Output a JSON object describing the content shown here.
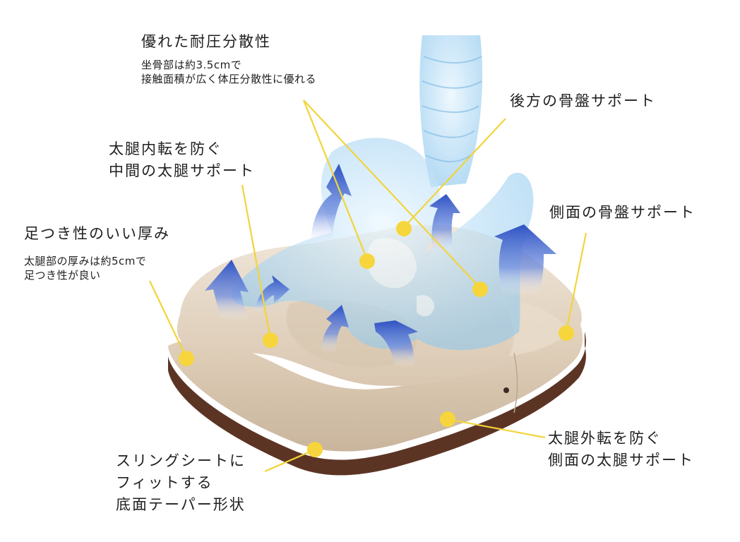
{
  "colors": {
    "leader": "#f2d43a",
    "dot": "#f6d63c",
    "cushion": "#e8dac8",
    "cushion_shadow": "#cdbba4",
    "cushion_rim": "#6b3d2a",
    "bone": "#a9d6f2",
    "arrow": "#3a5fc7"
  },
  "labels": {
    "pressure_title": "優れた耐圧分散性",
    "pressure_desc": "坐骨部は約3.5cmで\n接触面積が広く体圧分散性に優れる",
    "rear_pelvis": "後方の骨盤サポート",
    "mid_thigh": "太腿内転を防ぐ\n中間の太腿サポート",
    "side_pelvis": "側面の骨盤サポート",
    "foot_title": "足つき性のいい厚み",
    "foot_desc": "太腿部の厚みは約5cmで\n足つき性が良い",
    "taper": "スリングシートに\nフィットする\n底面テーパー形状",
    "outer_thigh": "太腿外転を防ぐ\n側面の太腿サポート"
  },
  "icons": [
    "spine-icon",
    "pelvis-icon",
    "upward-arrow-icon",
    "seat-cushion-icon"
  ]
}
